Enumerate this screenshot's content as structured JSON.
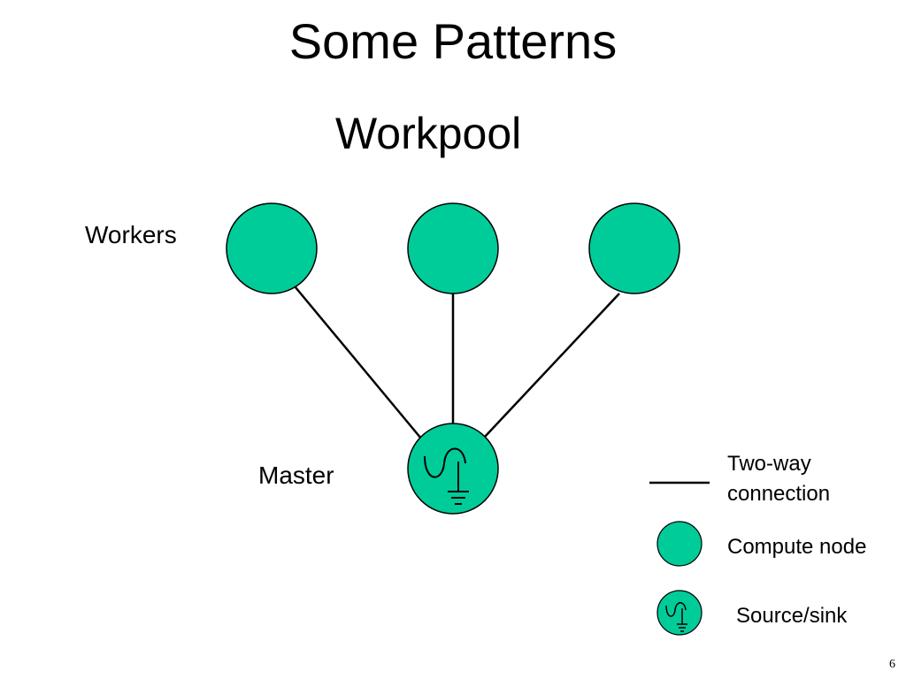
{
  "slide": {
    "title": "Some Patterns",
    "subtitle": "Workpool",
    "page_number": "6"
  },
  "diagram": {
    "workers_label": "Workers",
    "master_label": "Master",
    "worker_count": 3,
    "node_color": "#00CC99",
    "edge_color": "#000000"
  },
  "legend": {
    "connection_label_line1": "Two-way",
    "connection_label_line2": "connection",
    "compute_node_label": "Compute node",
    "source_sink_label": "Source/sink"
  }
}
